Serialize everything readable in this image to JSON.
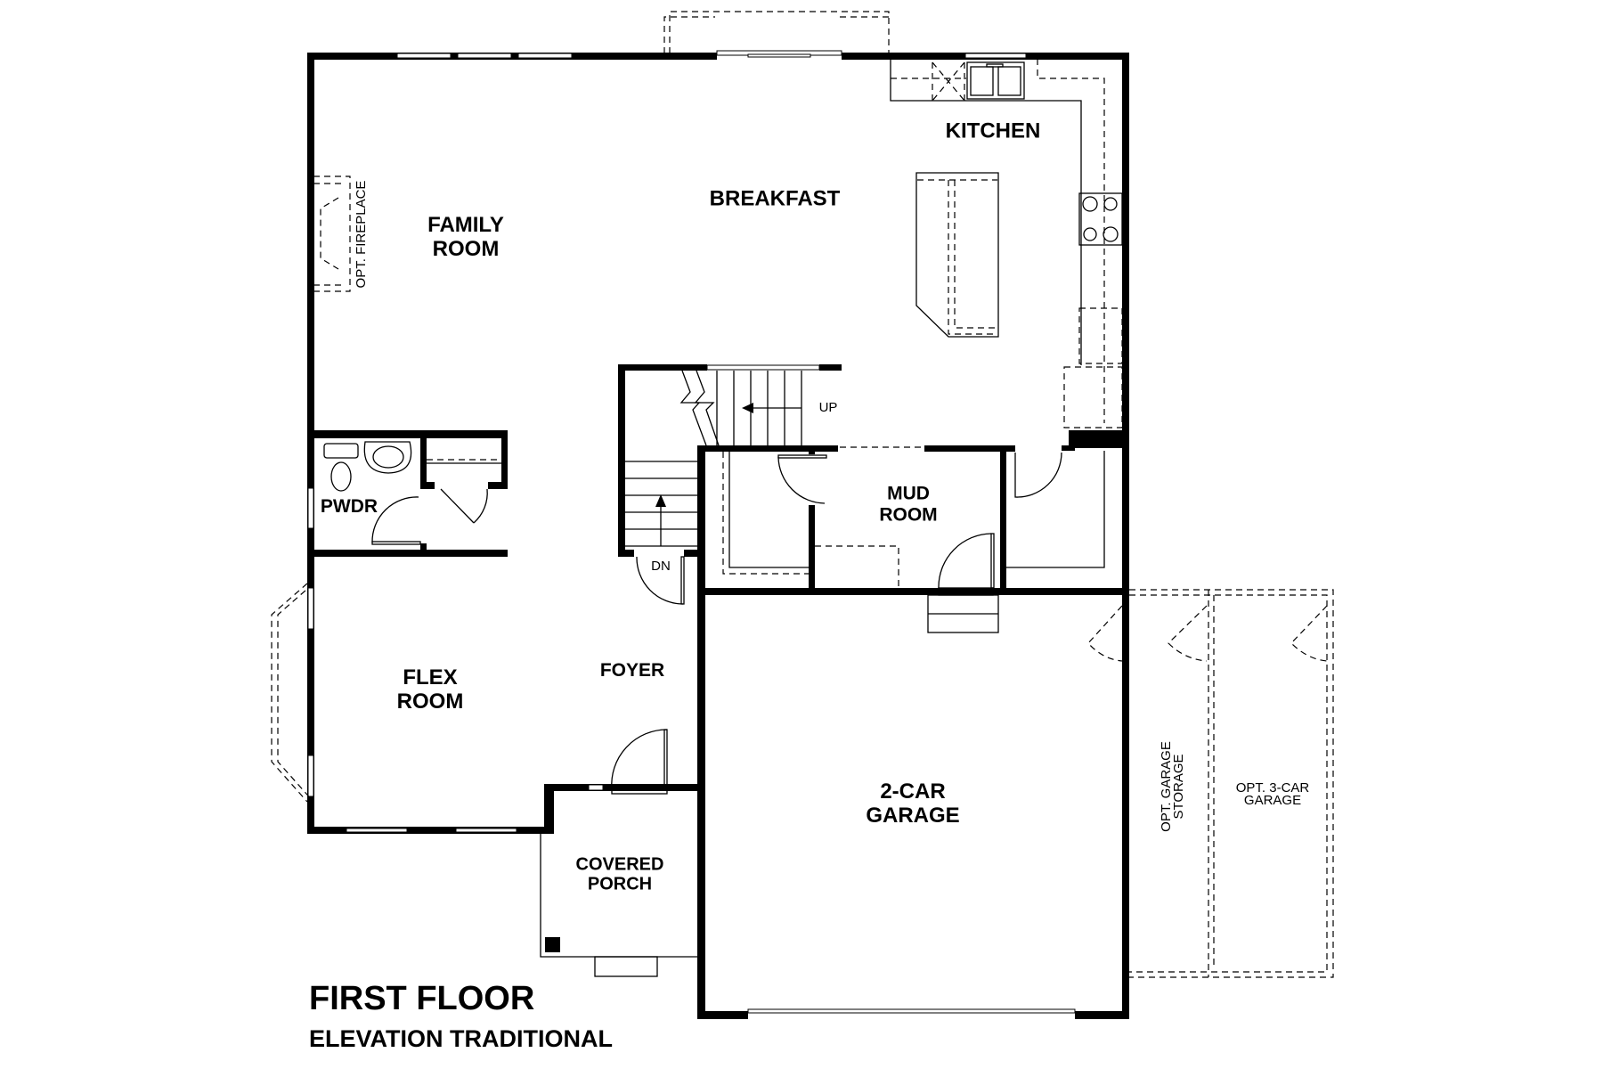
{
  "plan": {
    "title": "FIRST FLOOR",
    "subtitle": "ELEVATION TRADITIONAL",
    "line_color": "#000000",
    "background": "#ffffff"
  },
  "rooms": {
    "family_room": {
      "line1": "FAMILY",
      "line2": "ROOM"
    },
    "breakfast": {
      "line1": "BREAKFAST"
    },
    "kitchen": {
      "line1": "KITCHEN"
    },
    "pwdr": {
      "line1": "PWDR"
    },
    "mud_room": {
      "line1": "MUD",
      "line2": "ROOM"
    },
    "flex_room": {
      "line1": "FLEX",
      "line2": "ROOM"
    },
    "foyer": {
      "line1": "FOYER"
    },
    "garage": {
      "line1": "2-CAR",
      "line2": "GARAGE"
    },
    "covered_porch": {
      "line1": "COVERED",
      "line2": "PORCH"
    }
  },
  "annotations": {
    "opt_fireplace": "OPT. FIREPLACE",
    "opt_garage_storage": {
      "line1": "OPT. GARAGE",
      "line2": "STORAGE"
    },
    "opt_3car_garage": {
      "line1": "OPT. 3-CAR",
      "line2": "GARAGE"
    },
    "stair_up": "UP",
    "stair_down": "DN"
  }
}
